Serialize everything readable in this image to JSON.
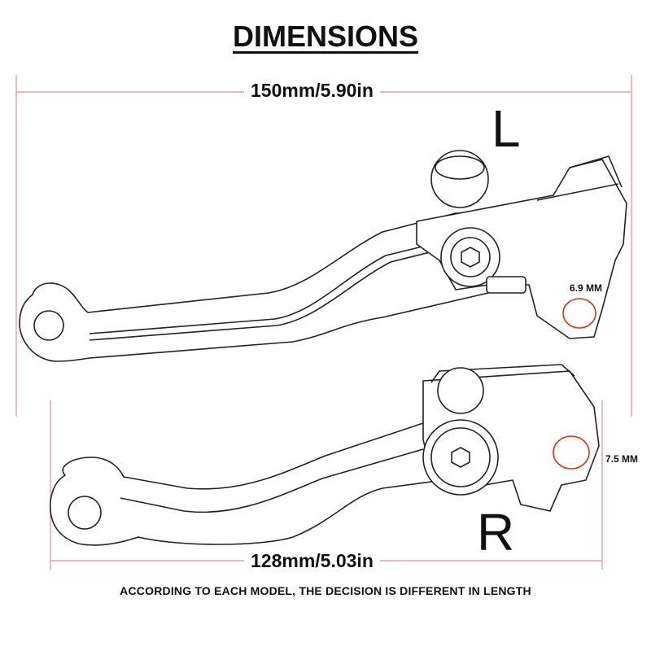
{
  "title": "DIMENSIONS",
  "top_lever": {
    "side": "L",
    "length_label": "150mm/5.90in",
    "hole_label": "6.9 MM"
  },
  "bottom_lever": {
    "side": "R",
    "length_label": "128mm/5.03in",
    "hole_label": "7.5 MM"
  },
  "footnote": "ACCORDING TO EACH MODEL, THE DECISION IS DIFFERENT IN LENGTH",
  "colors": {
    "dimension_line": "#e8a0a0",
    "hole_marker": "#e0301e",
    "outline": "#222222"
  }
}
